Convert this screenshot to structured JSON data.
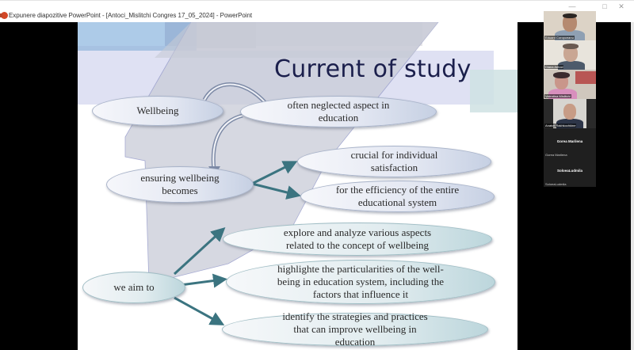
{
  "window": {
    "icon": "powerpoint-icon",
    "title": "Expunere diapozitive PowerPoint - [Antoci_Mislitchi Congres 17_05_2024] - PowerPoint",
    "controls": {
      "minimize": "—",
      "maximize": "□",
      "close": "✕"
    }
  },
  "slide": {
    "title": "Current of study",
    "nodes": {
      "wellbeing": "Wellbeing",
      "neglected": "often neglected aspect in education",
      "ensuring": "ensuring wellbeing becomes",
      "crucial": "crucial for individual satisfaction",
      "efficiency": "for the efficiency of the entire educational system",
      "aim": "we aim to",
      "explore": "explore and analyze various aspects related to the concept of wellbeing",
      "highlight": "highlighte the particularities of the well-being in education system, including the factors that influence it",
      "identify": "identify the strategies and practices that can improve wellbeing in education"
    },
    "colors": {
      "title": "#1b1f4c",
      "arrow_teal": "#3b7480",
      "arrow_curved": "#7d8aa6"
    }
  },
  "participants": [
    {
      "name": "Eduard Coropceanu",
      "video": true
    },
    {
      "name": "Diana Antoci",
      "video": true
    },
    {
      "name": "Valentina Mislitchi",
      "video": true
    },
    {
      "name": "Anatoli Rakhkochkine",
      "video": true
    },
    {
      "name": "Gorea Marilena",
      "video": false
    },
    {
      "name": "SoloeaLudmila",
      "video": false
    }
  ]
}
